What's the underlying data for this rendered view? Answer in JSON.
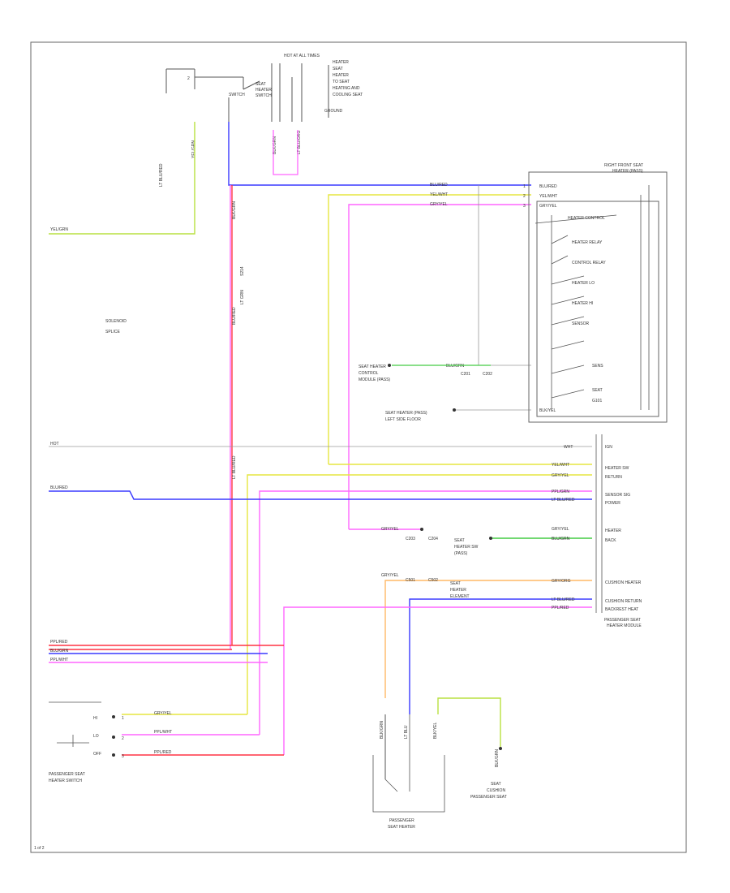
{
  "diagram": {
    "page_code": "1 of 2",
    "switch_top_pin": "2",
    "top_labels": {
      "power_source": "HOT AT ALL TIMES",
      "ground": "GROUND",
      "heater": "HEATER",
      "switch": "SWITCH",
      "notes": [
        "SEAT",
        "HEATER",
        "TO SEAT",
        "HEATING AND",
        "COOLING SEAT"
      ]
    },
    "switch_label": [
      "SEAT",
      "HEATER",
      "SWITCH"
    ],
    "wire_top_labels": [
      "LT BLU/RED",
      "YEL/GRN",
      "BLK/GRN",
      "LT BLU/ORG"
    ],
    "module": {
      "title": [
        "RIGHT FRONT SEAT",
        "HEATER (PASS)"
      ],
      "inputs": [
        "BLU/RED",
        "YEL/WHT",
        "GRY/YEL"
      ],
      "pins": [
        "1",
        "2",
        "3"
      ],
      "internal_labels": [
        "BLU/RED",
        "YEL/WHT",
        "GRY/YEL"
      ],
      "relays": [
        "HEATER CONTROL",
        "HEATER RELAY",
        "CONTROL RELAY",
        "HEATER LO",
        "HEATER HI",
        "SENSOR"
      ],
      "thermistor": "SENS",
      "fuse": "SEAT",
      "ground_line": [
        "BLK/YEL"
      ],
      "ground_label": "G101"
    },
    "ground_labels": [
      "SEAT HEATER (PASS)",
      "LEFT SIDE FLOOR"
    ],
    "connector": {
      "title": [
        "PASSENGER SEAT",
        "HEATER MODULE"
      ],
      "wire_labels": [
        "WHT",
        "YEL/WHT",
        "GRY/YEL",
        "PPL/GRN",
        "LT BLU/RED",
        "GRY/YEL",
        "BLU/GRN",
        "GRY/ORG",
        "LT BLU/RED",
        "PPL/RED"
      ],
      "function_labels": [
        "IGN",
        "HEATER SW",
        "RETURN",
        "SENSOR SIG",
        "POWER",
        "HEATER",
        "BACK",
        "CUSHION HEATER",
        "CUSHION RETURN",
        "BACKREST HEAT"
      ]
    },
    "left_labels": {
      "wire1": "YEL/GRN",
      "wire2": "BLU/RED",
      "ignition": "HOT",
      "legend": [
        "SOLENOID",
        "SPLICE"
      ],
      "bottom_wires": [
        "PPL/RED",
        "BLU/GRN",
        "PPL/WHT"
      ]
    },
    "vertical_labels": {
      "v1": "BLK/GRN",
      "v2": "BLU/RED",
      "v3": "LT BLU/RED",
      "splice": "S214",
      "sensor": "LT GRN"
    },
    "switch_bottom": {
      "title": "PASSENGER SEAT",
      "subtitle": "HEATER SWITCH",
      "pins": [
        "1",
        "2",
        "3"
      ],
      "pin_labels": [
        "HI",
        "LO",
        "OFF"
      ],
      "wire_labels": [
        "GRY/YEL",
        "PPL/WHT",
        "PPL/RED"
      ]
    },
    "mid_connector": {
      "labels": [
        "SEAT HEATER",
        "CONTROL",
        "MODULE (PASS)"
      ],
      "codes": [
        "C201",
        "C202"
      ],
      "wire": "BLU/GRN"
    },
    "right_connector": {
      "labels": [
        "SEAT",
        "HEATER SW",
        "(PASS)"
      ],
      "codes": [
        "C203",
        "C204"
      ],
      "wire": "GRY/YEL"
    },
    "lower_connector": {
      "labels": [
        "SEAT",
        "HEATER",
        "ELEMENT"
      ],
      "codes": [
        "C501",
        "C502"
      ],
      "wire": "GRY/YEL"
    },
    "heater_element": {
      "title": [
        "PASSENGER",
        "SEAT HEATER"
      ],
      "wires": [
        "BLK/GRN",
        "LT BLU",
        "BLK/YEL"
      ]
    },
    "cushion_element": {
      "title": [
        "SEAT",
        "CUSHION",
        "PASSENGER SEAT"
      ],
      "wire": "BLK/GRN"
    },
    "colors": {
      "frame": "#666666",
      "blue": "#3a3aff",
      "yellow": "#e6e640",
      "magenta": "#ff66ff",
      "pink": "#ff88cc",
      "red": "#ff3344",
      "green": "#44cc44",
      "yellow_green": "#b8e040",
      "orange": "#ffb866",
      "gray": "#9a9a9a",
      "black": "#222222"
    }
  }
}
